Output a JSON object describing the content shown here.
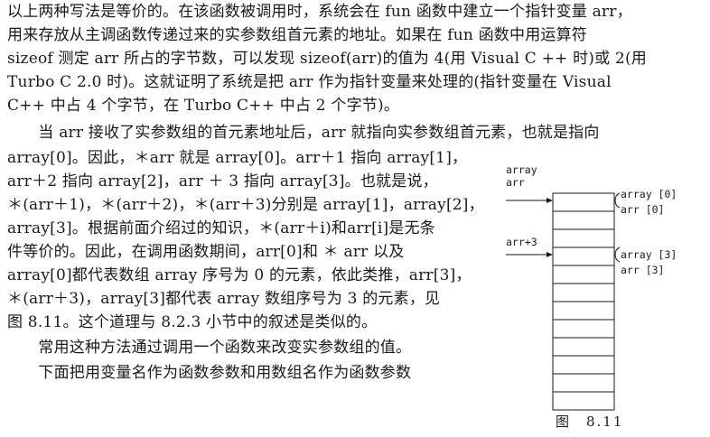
{
  "paragraphs": [
    "以上两种写法是等价的。在该函数被调用时，系统会在 fun 函数中建立一个指针变量 arr，",
    "用来存放从主调函数传递过来的实参数组首元素的地址。如果在 fun 函数中用运算符",
    "sizeof 测定 arr 所占的字节数，可以发现 sizeof(arr)的值为 4(用 Visual C ++ 时)或 2(用",
    "Turbo C 2.0 时)。这就证明了系统是把 arr 作为指针变量来处理的(指针变量在 Visual",
    "C++ 中占 4 个字节，在 Turbo C++ 中占 2 个字节)。",
    "　　当 arr 接收了实参数组的首元素地址后，arr 就指向实参数组首元素，也就是指向",
    "array[0]。因此，＊arr 就是 array[0]。arr＋1 指向 array[1]，",
    "arr＋2 指向 array[2]，arr ＋ 3 指向 array[3]。也就是说，",
    "＊(arr＋1)，＊(arr＋2)，＊(arr＋3)分别是 array[1]，array[2]，",
    "array[3]。根据前面介绍过的知识，＊(arr＋i)和arr[i]是无条",
    "件等价的。因此，在调用函数期间，arr[0]和 ＊ arr 以及",
    "array[0]都代表数组 array 序号为 0 的元素，依此类推，arr[3]，",
    "＊(arr＋3)，array[3]都代表 array 数组序号为 3 的元素，见",
    "图 8.11。这个道理与 8.2.3 小节中的叙述是类似的。",
    "　　常用这种方法通过调用一个函数来改变实参数组的值。",
    "　　下面把用变量名作为函数参数和用数组名作为函数参数"
  ],
  "figure": {
    "label_array": "array",
    "label_arr": "arr",
    "label_arr_plus_3": "arr+3",
    "annot_top_1": "array [0]",
    "annot_top_2": "arr [0]",
    "annot_mid_1": "array [3]",
    "annot_mid_2": "arr [3]",
    "cell_count": 12,
    "caption": "图　8.11"
  }
}
